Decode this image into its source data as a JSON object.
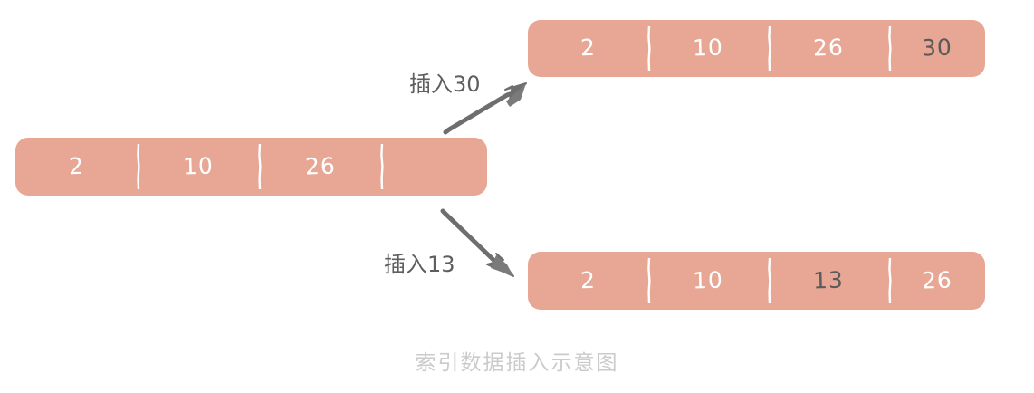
{
  "caption": "索引数据插入示意图",
  "colors": {
    "array_fill": "#e8a694",
    "cell_text": "#ffffff",
    "highlight_text": "#5a5a5a",
    "arrow": "#6b6b6b",
    "caption_text": "#cbcbcb",
    "background": "#ffffff"
  },
  "arrays": {
    "source": {
      "name": "original-index-array",
      "cells": [
        {
          "value": "2",
          "highlight": false
        },
        {
          "value": "10",
          "highlight": false
        },
        {
          "value": "26",
          "highlight": false
        },
        {
          "value": "",
          "highlight": false
        }
      ]
    },
    "result_append": {
      "name": "array-after-insert-30",
      "cells": [
        {
          "value": "2",
          "highlight": false
        },
        {
          "value": "10",
          "highlight": false
        },
        {
          "value": "26",
          "highlight": false
        },
        {
          "value": "30",
          "highlight": true
        }
      ]
    },
    "result_middle": {
      "name": "array-after-insert-13",
      "cells": [
        {
          "value": "2",
          "highlight": false
        },
        {
          "value": "10",
          "highlight": false
        },
        {
          "value": "13",
          "highlight": true
        },
        {
          "value": "26",
          "highlight": false
        }
      ]
    }
  },
  "arrows": [
    {
      "name": "insert-30-arrow",
      "label": "插入30",
      "direction": "up-right"
    },
    {
      "name": "insert-13-arrow",
      "label": "插入13",
      "direction": "down-right"
    }
  ]
}
